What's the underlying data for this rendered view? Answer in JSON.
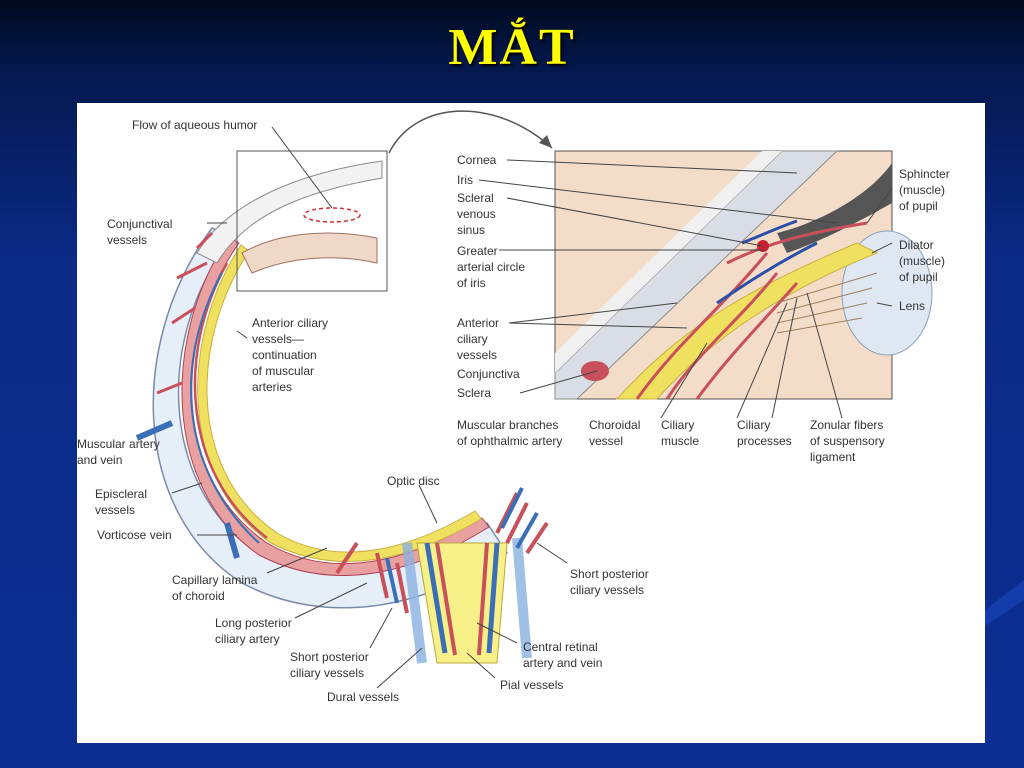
{
  "slide": {
    "title": "MẮT",
    "colors": {
      "background": "#0b2a86",
      "title": "#ffff00",
      "panel": "#ffffff",
      "artery": "#c8505a",
      "vein": "#3a6fb8",
      "choroid_yellow": "#f0e060",
      "sclera": "#e6eef8",
      "label_text": "#333333"
    }
  },
  "figure": {
    "labels": {
      "flow_aqueous": "Flow of aqueous humor",
      "conjunctival_vessels": "Conjunctival\nvessels",
      "anterior_ciliary_continuation": "Anterior ciliary\nvessels—\ncontinuation\nof muscular\narteries",
      "muscular_artery_vein": "Muscular artery\nand vein",
      "episcleral_vessels": "Episcleral\nvessels",
      "vorticose_vein": "Vorticose vein",
      "capillary_lamina": "Capillary lamina\nof choroid",
      "long_posterior_ciliary": "Long posterior\nciliary artery",
      "short_posterior_ciliary_left": "Short posterior\nciliary vessels",
      "dural_vessels": "Dural vessels",
      "optic_disc": "Optic disc",
      "short_posterior_ciliary_right": "Short posterior\nciliary vessels",
      "central_retinal": "Central retinal\nartery and vein",
      "pial_vessels": "Pial vessels",
      "cornea": "Cornea",
      "iris": "Iris",
      "scleral_venous_sinus": "Scleral\nvenous\nsinus",
      "greater_arterial_circle": "Greater\narterial circle\nof iris",
      "anterior_ciliary_vessels": "Anterior\nciliary\nvessels",
      "conjunctiva": "Conjunctiva",
      "sclera": "Sclera",
      "muscular_branches": "Muscular branches\nof ophthalmic artery",
      "choroidal_vessel": "Choroidal\nvessel",
      "ciliary_muscle": "Ciliary\nmuscle",
      "ciliary_processes": "Ciliary\nprocesses",
      "zonular_fibers": "Zonular fibers\nof suspensory\nligament",
      "sphincter": "Sphincter\n(muscle)\nof pupil",
      "dilator": "Dilator\n(muscle)\nof pupil",
      "lens": "Lens"
    }
  }
}
